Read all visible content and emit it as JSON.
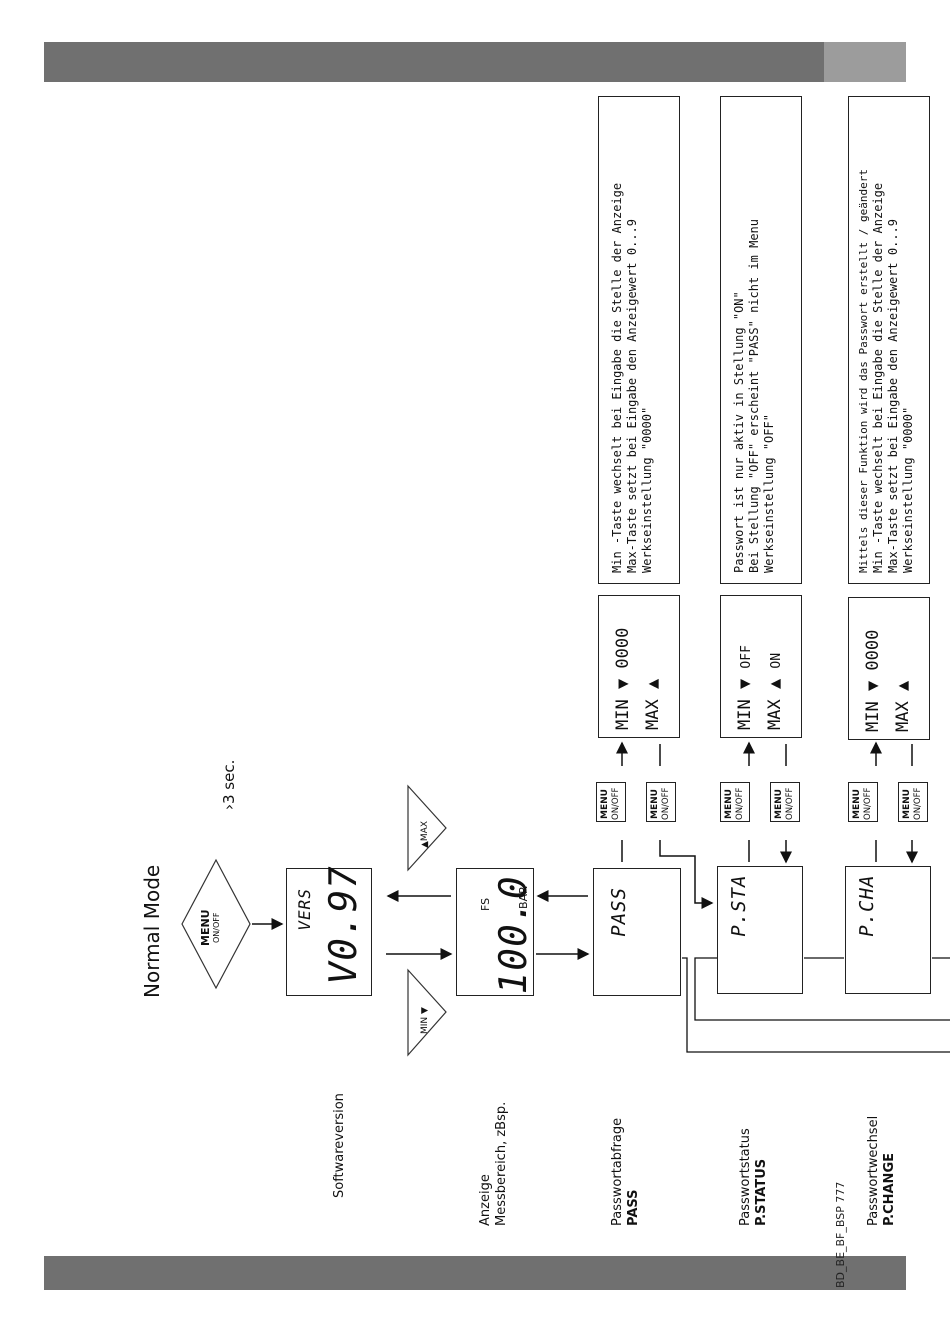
{
  "document_id": "BD_BE_BF_BSP 777",
  "title": "Normal Mode",
  "hold_time": "›3 sec.",
  "buttons": {
    "menu_top": "MENU",
    "menu_bottom": "ON/OFF",
    "min": "MIN",
    "max": "MAX"
  },
  "rows": [
    {
      "label": "Softwareversion",
      "bold": ""
    },
    {
      "label1": "Anzeige",
      "label2": "Messbereich, zBsp.",
      "bold": ""
    },
    {
      "label": "Passwortabfrage",
      "bold": "PASS"
    },
    {
      "label": "Passwortstatus",
      "bold": "P.STATUS"
    },
    {
      "label": "Passwortwechsel",
      "bold": "P.CHANGE"
    }
  ],
  "displays": {
    "version_top": "VERS",
    "version_value": "V0.97",
    "fs_label": "FS",
    "fs_value": "100.0",
    "fs_unit": "BAR",
    "pass": "PASS",
    "psta": "P.STA",
    "pcha": "P.CHA"
  },
  "settings": {
    "pass": {
      "min": "MIN",
      "min_val": "0000",
      "max": "MAX"
    },
    "psta": {
      "min": "MIN",
      "min_val": "OFF",
      "max": "MAX",
      "max_val": "ON"
    },
    "pcha": {
      "min": "MIN",
      "min_val": "0000",
      "max": "MAX"
    }
  },
  "descriptions": {
    "pass": [
      "Min -Taste wechselt bei Eingabe  die Stelle der Anzeige",
      "Max-Taste setzt bei Eingabe den Anzeigewert 0...9",
      "Werkseinstellung \"0000\""
    ],
    "psta": [
      "Passwort ist nur aktiv in Stellung \"ON\"",
      "Bei Stellung \"OFF\" erscheint \"PASS\" nicht im Menu",
      "Werkseinstellung \"OFF\""
    ],
    "pcha": [
      "Mittels dieser Funktion wird das Passwort erstellt / geändert",
      "Min -Taste wechselt bei Eingabe  die Stelle der Anzeige",
      "Max-Taste setzt bei Eingabe den Anzeigewert 0...9",
      "Werkseinstellung \"0000\""
    ]
  }
}
